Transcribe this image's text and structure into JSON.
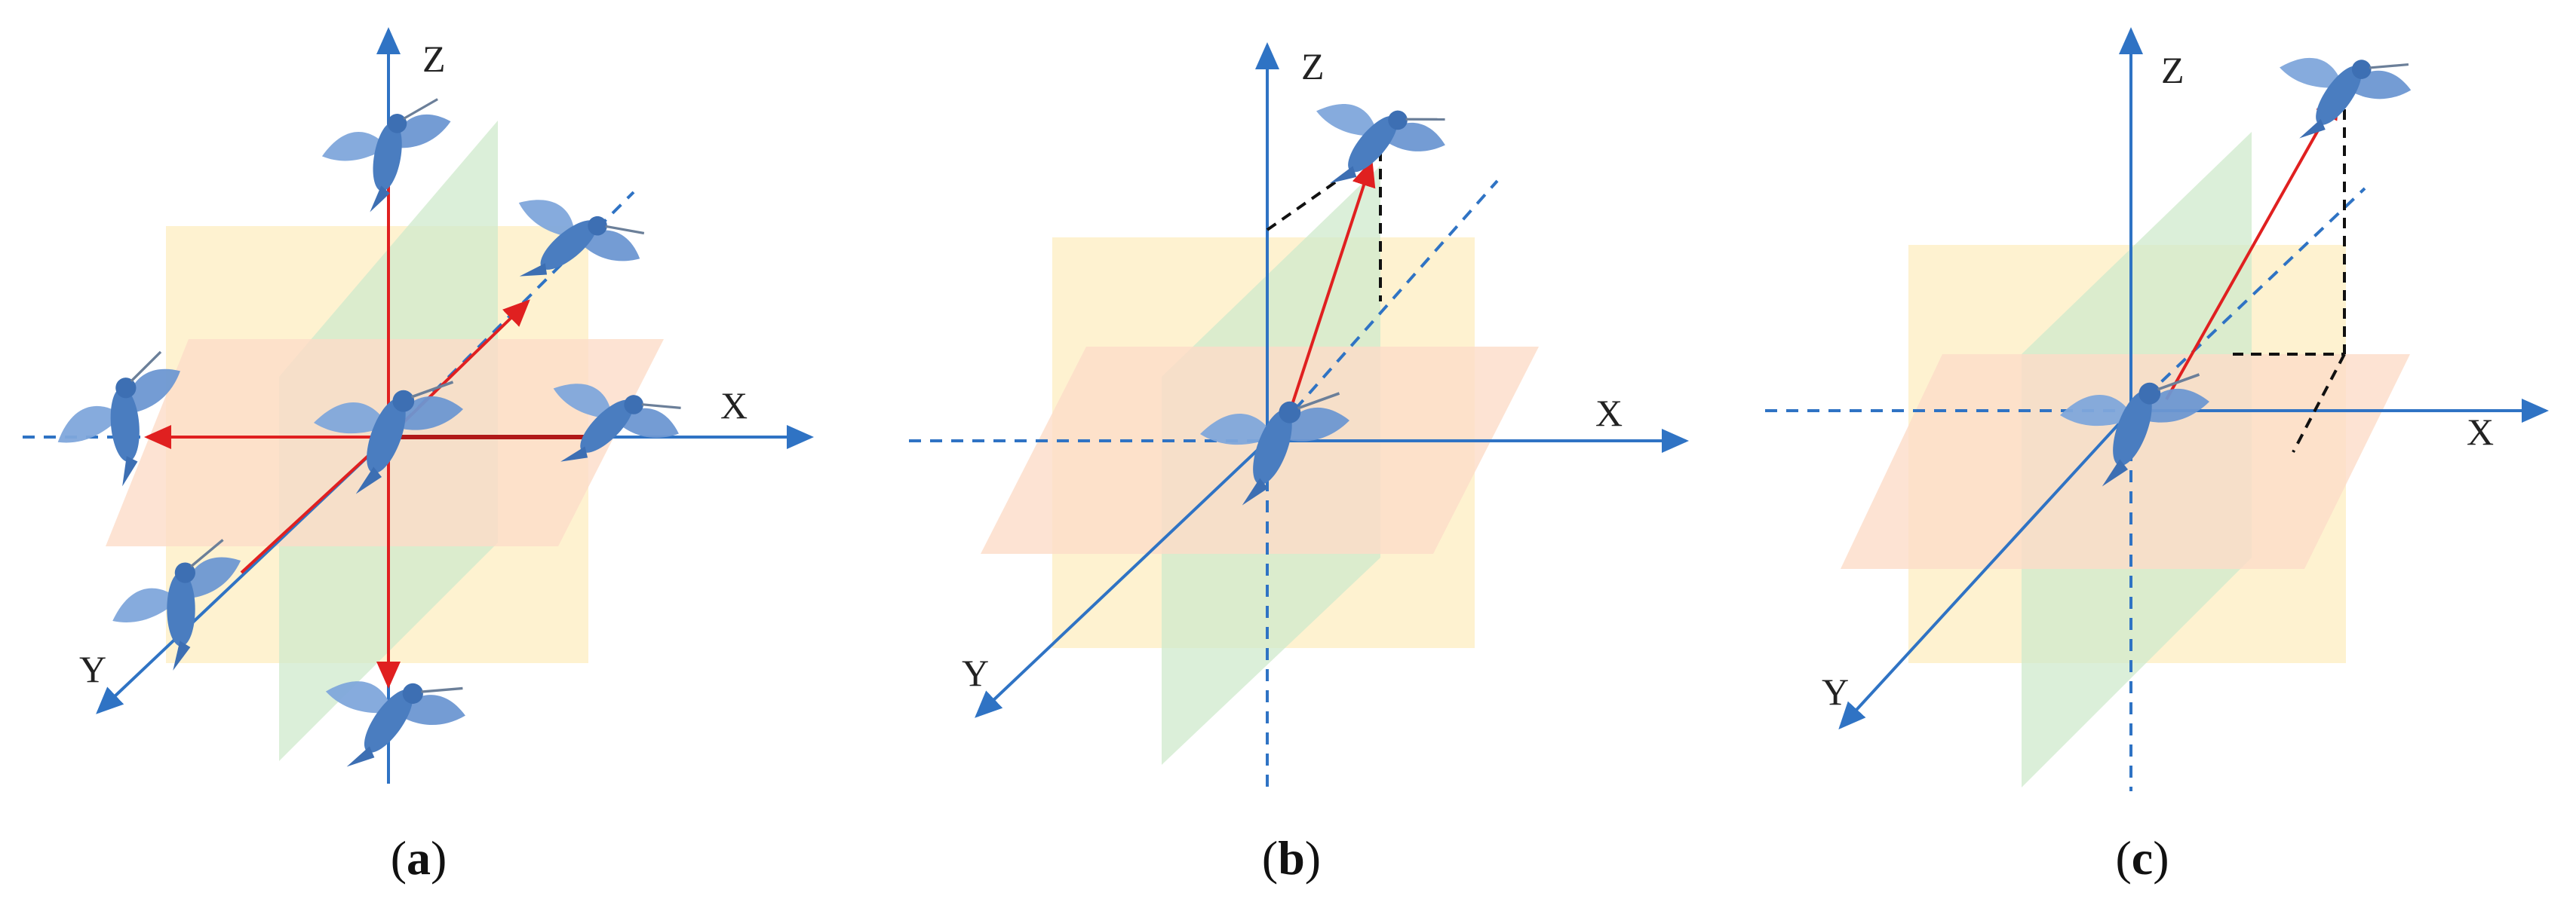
{
  "colors": {
    "axis": "#2f73c4",
    "vector": "#e02020",
    "projection": "#111111",
    "plane_xy": "#fcdcc8",
    "plane_xz": "#fdeec0",
    "plane_yz": "#cfe9cc",
    "bird_body": "#4a7dc0",
    "bird_wing": "#7fa6db"
  },
  "panels": [
    {
      "id": "a",
      "axis_labels": {
        "x": "X",
        "y": "Y",
        "z": "Z"
      },
      "caption": {
        "open": "(",
        "letter": "a",
        "close": ")"
      },
      "description_icons": [
        "hummingbird-center-icon",
        "hummingbird-up-icon",
        "hummingbird-down-icon",
        "hummingbird-left-icon",
        "hummingbird-right-icon",
        "hummingbird-front-icon",
        "hummingbird-back-icon"
      ]
    },
    {
      "id": "b",
      "axis_labels": {
        "x": "X",
        "y": "Y",
        "z": "Z"
      },
      "caption": {
        "open": "(",
        "letter": "b",
        "close": ")"
      },
      "description_icons": [
        "hummingbird-center-icon",
        "hummingbird-target-icon"
      ]
    },
    {
      "id": "c",
      "axis_labels": {
        "x": "X",
        "y": "Y",
        "z": "Z"
      },
      "caption": {
        "open": "(",
        "letter": "c",
        "close": ")"
      },
      "description_icons": [
        "hummingbird-center-icon",
        "hummingbird-target-icon"
      ]
    }
  ]
}
